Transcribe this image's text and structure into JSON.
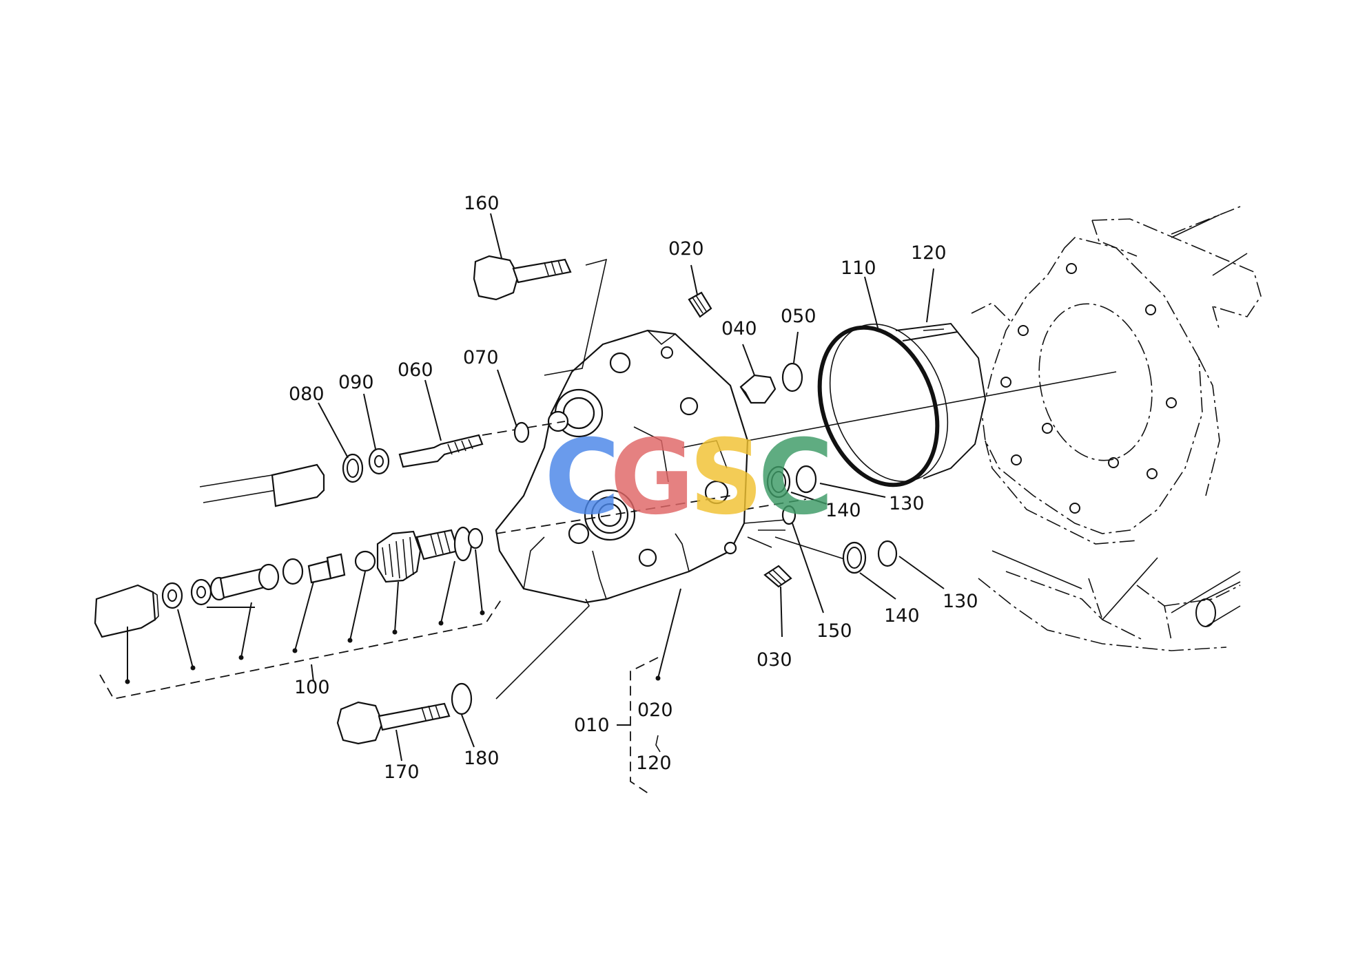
{
  "watermark": {
    "letters": [
      "C",
      "G",
      "S",
      "C"
    ],
    "colors": [
      "#4a86e8",
      "#e06666",
      "#f1c232",
      "#3d9a66"
    ]
  },
  "callouts": {
    "p160": "160",
    "p020_top": "020",
    "p110": "110",
    "p120_top": "120",
    "p040": "040",
    "p050": "050",
    "p070": "070",
    "p060": "060",
    "p090": "090",
    "p080": "080",
    "p130_a": "130",
    "p140_a": "140",
    "p140_b": "140",
    "p130_b": "130",
    "p150": "150",
    "p030": "030",
    "p100": "100",
    "p170": "170",
    "p180": "180",
    "p010": "010",
    "p020_group": "020",
    "p120_group": "120"
  }
}
